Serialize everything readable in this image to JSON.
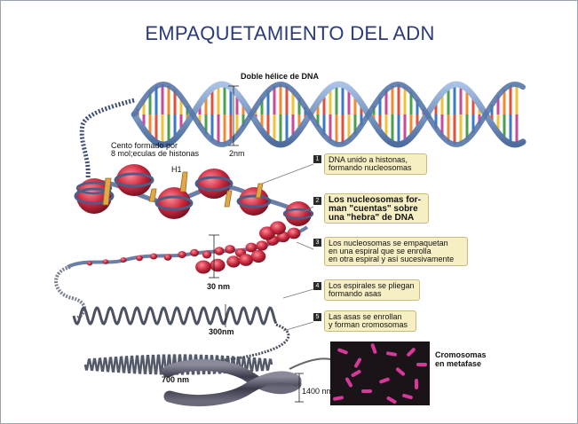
{
  "title": "EMPAQUETAMIENTO DEL ADN",
  "labels": {
    "double_helix": "Doble hélice de DNA",
    "core": [
      "Cento formado por",
      "8 mol;eculas de histonas"
    ],
    "h1": "H1",
    "nm2": "2nm",
    "nm30": "30 nm",
    "nm300": "300nm",
    "nm700": "700 nm",
    "nm1400": "1400 nm",
    "chromosomes": [
      "Cromosomas",
      "en metafase"
    ]
  },
  "steps": [
    {
      "number": "1",
      "lines": [
        "DNA unido a histonas,",
        "formando nucleosomas"
      ]
    },
    {
      "number": "2",
      "lines": [
        "Los nucleosomas for-",
        "man \"cuentas\" sobre",
        "una \"hebra\" de DNA"
      ]
    },
    {
      "number": "3",
      "lines": [
        "Los nucleosomas se empaquetan",
        "en una espiral que se enrolla",
        "en otra espiral y así sucesivamente"
      ]
    },
    {
      "number": "4",
      "lines": [
        "Los espirales se pliegan",
        "formando asas"
      ]
    },
    {
      "number": "5",
      "lines": [
        "Las asas se enrollan",
        "y forman cromosomas"
      ]
    }
  ],
  "colors": {
    "title": "#2b3a78",
    "dna_backbone": "#6f8fbf",
    "histone": "#c8283e",
    "h1_linker": "#e0a84a",
    "label_box": "#f6efc4",
    "chromosome_bg": "#1a1418",
    "chromosome": "#d8389a"
  }
}
